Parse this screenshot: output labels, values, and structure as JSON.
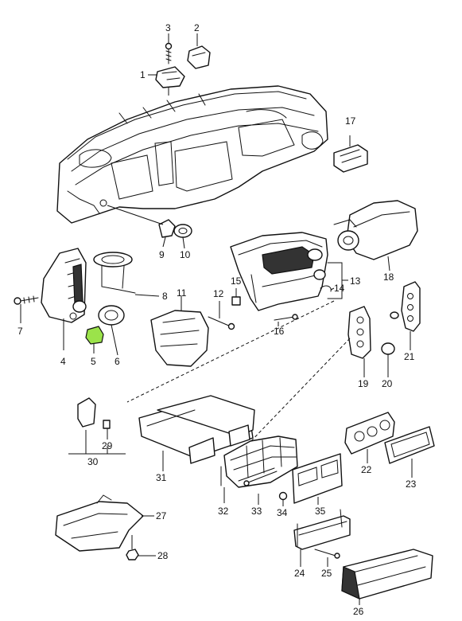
{
  "colors": {
    "line": "#111111",
    "background": "#ffffff",
    "highlight": "#9be34a"
  },
  "callouts": [
    {
      "id": "c1",
      "text": "1"
    },
    {
      "id": "c2",
      "text": "2"
    },
    {
      "id": "c3",
      "text": "3"
    },
    {
      "id": "c4",
      "text": "4"
    },
    {
      "id": "c5",
      "text": "5"
    },
    {
      "id": "c6",
      "text": "6"
    },
    {
      "id": "c7",
      "text": "7"
    },
    {
      "id": "c8",
      "text": "8"
    },
    {
      "id": "c9",
      "text": "9"
    },
    {
      "id": "c10",
      "text": "10"
    },
    {
      "id": "c11",
      "text": "11"
    },
    {
      "id": "c12",
      "text": "12"
    },
    {
      "id": "c13",
      "text": "13"
    },
    {
      "id": "c14",
      "text": "14"
    },
    {
      "id": "c15",
      "text": "15"
    },
    {
      "id": "c16",
      "text": "16"
    },
    {
      "id": "c17",
      "text": "17"
    },
    {
      "id": "c18",
      "text": "18"
    },
    {
      "id": "c19",
      "text": "19"
    },
    {
      "id": "c20",
      "text": "20"
    },
    {
      "id": "c21",
      "text": "21"
    },
    {
      "id": "c22",
      "text": "22"
    },
    {
      "id": "c23",
      "text": "23"
    },
    {
      "id": "c24",
      "text": "24"
    },
    {
      "id": "c25",
      "text": "25"
    },
    {
      "id": "c26",
      "text": "26"
    },
    {
      "id": "c27",
      "text": "27"
    },
    {
      "id": "c28",
      "text": "28"
    },
    {
      "id": "c29",
      "text": "29"
    },
    {
      "id": "c30",
      "text": "30"
    },
    {
      "id": "c31",
      "text": "31"
    },
    {
      "id": "c32",
      "text": "32"
    },
    {
      "id": "c33",
      "text": "33"
    },
    {
      "id": "c34",
      "text": "34"
    },
    {
      "id": "c35",
      "text": "35"
    }
  ],
  "highlighted_part": "5"
}
